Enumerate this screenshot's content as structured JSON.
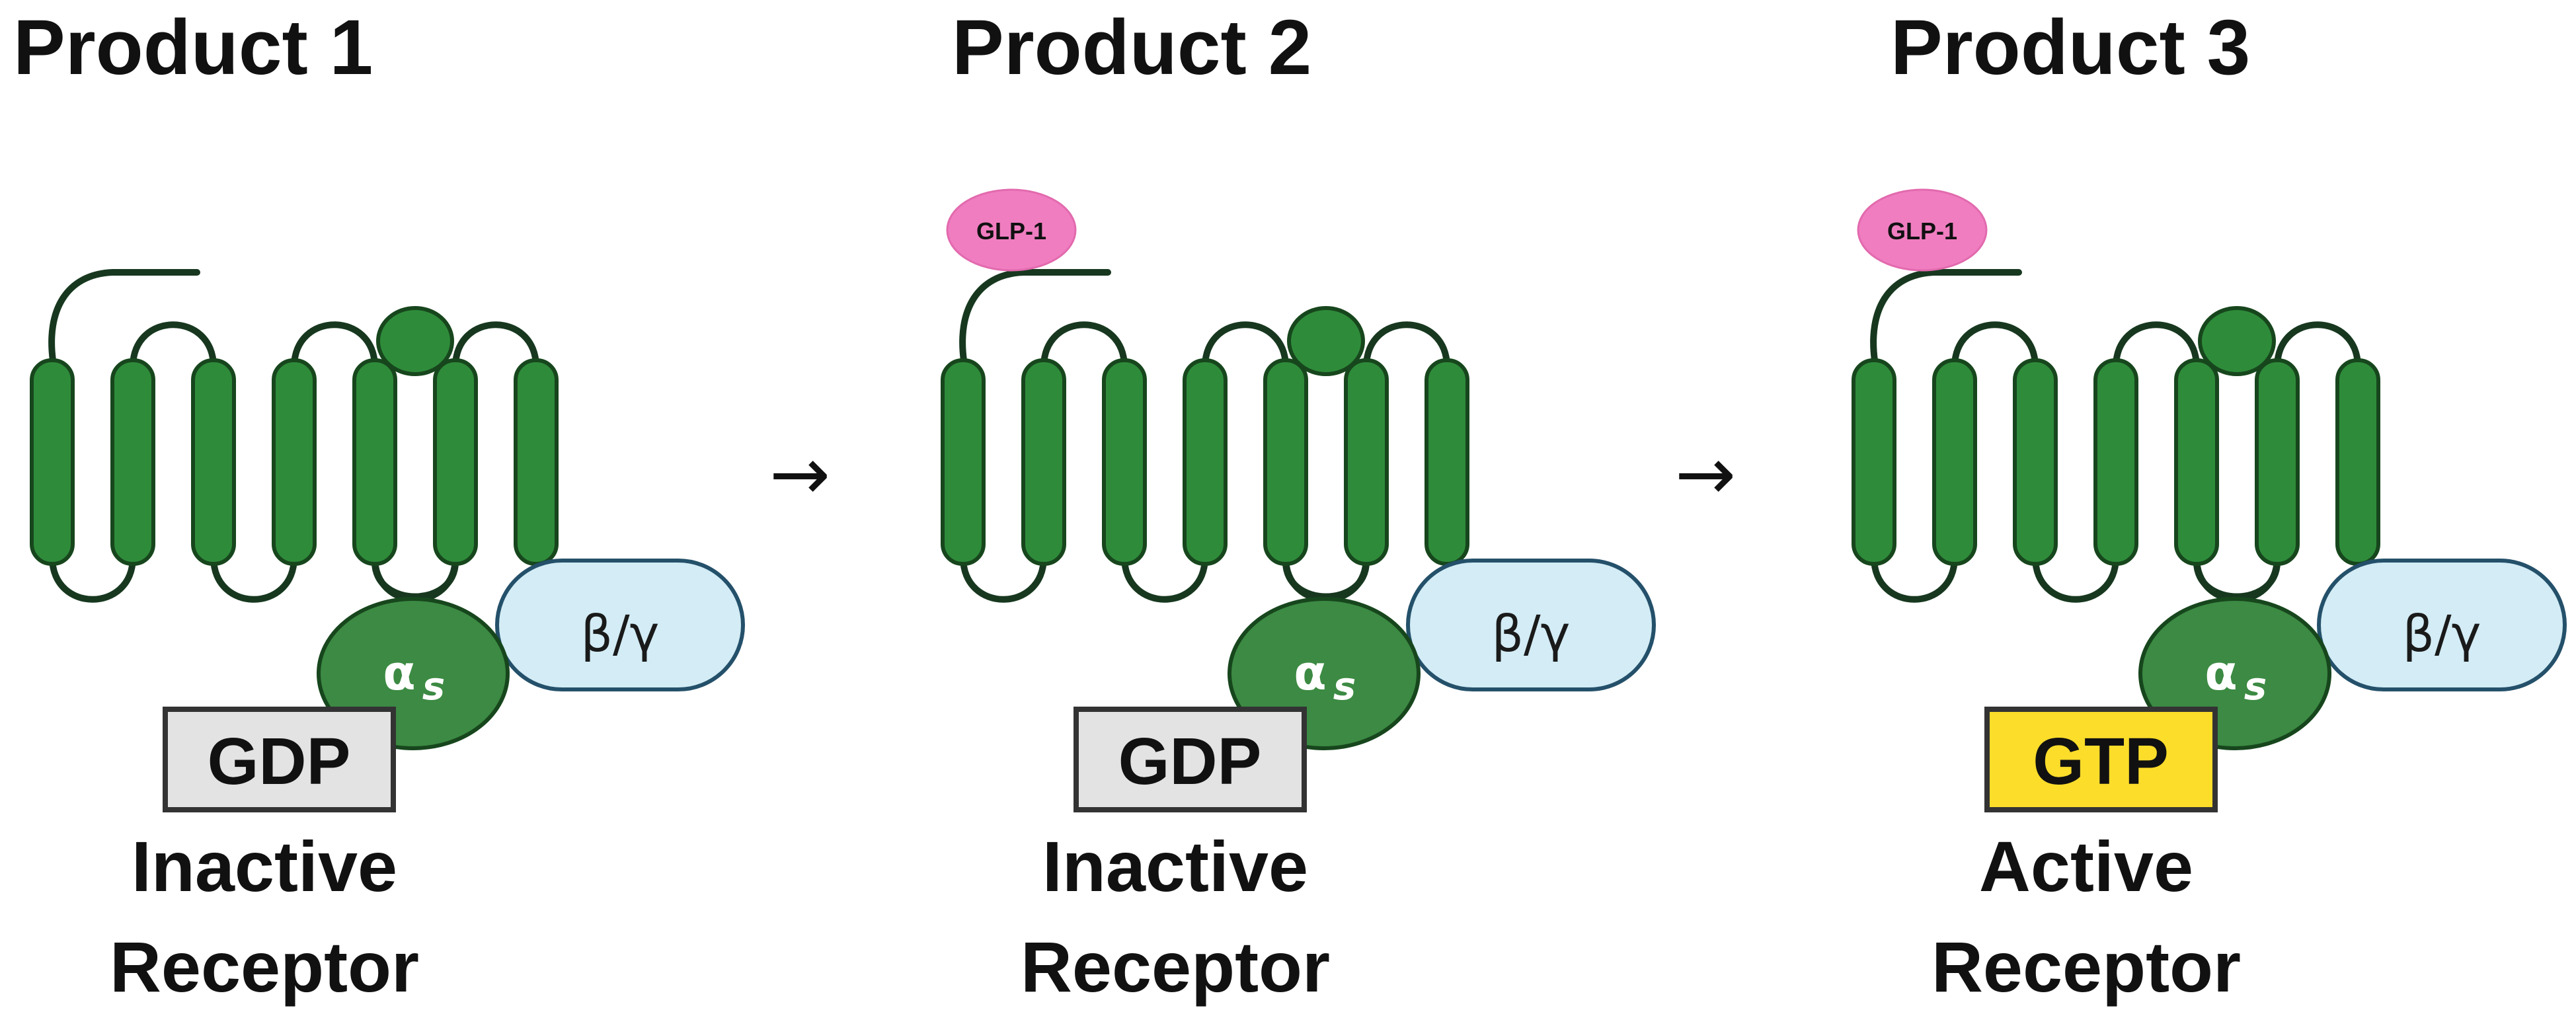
{
  "panels": [
    {
      "title": "Product 1",
      "ligand": null,
      "nucleotide": "GDP",
      "nucleotide_color": "#e3e3e3",
      "alpha_label": "α",
      "alpha_sub": "s",
      "beta_gamma": "β/γ",
      "state_line1": "Inactive",
      "state_line2": "Receptor"
    },
    {
      "title": "Product 2",
      "ligand": "GLP-1",
      "nucleotide": "GDP",
      "nucleotide_color": "#e3e3e3",
      "alpha_label": "α",
      "alpha_sub": "s",
      "beta_gamma": "β/γ",
      "state_line1": "Inactive",
      "state_line2": "Receptor"
    },
    {
      "title": "Product 3",
      "ligand": "GLP-1",
      "nucleotide": "GTP",
      "nucleotide_color": "#fbdd2a",
      "alpha_label": "α",
      "alpha_sub": "s",
      "beta_gamma": "β/γ",
      "state_line1": "Active",
      "state_line2": "Receptor"
    }
  ],
  "arrows": [
    "→",
    "→"
  ],
  "colors": {
    "helix": "#2e8b3a",
    "beta_gamma": "#d3ecf5",
    "ligand": "#f07dc0"
  }
}
